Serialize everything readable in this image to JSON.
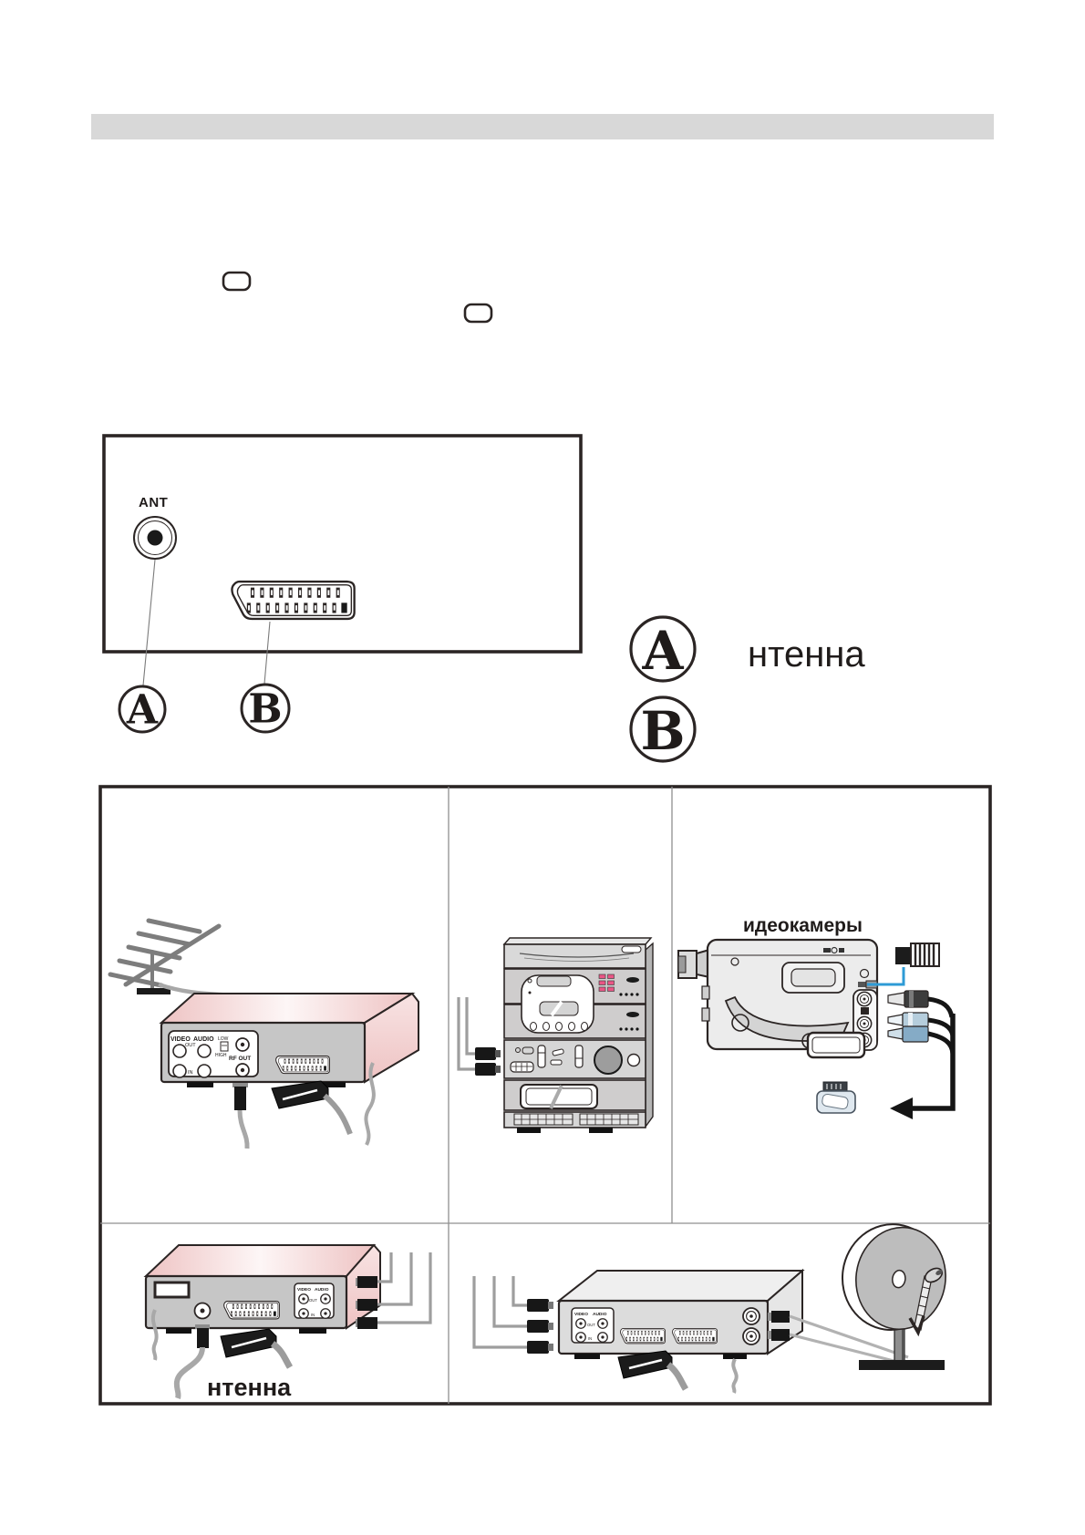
{
  "page": {
    "background": "#ffffff"
  },
  "header": {
    "bar_color": "#d8d8d8"
  },
  "tv_panel": {
    "ant_label": "ANT",
    "callout_a": "A",
    "callout_b": "B"
  },
  "legend": {
    "a_label": "A",
    "a_text": "нтенна",
    "b_label": "B"
  },
  "cells": {
    "vcr": {
      "video": "VIDEO",
      "audio": "AUDIO",
      "out": "OUT",
      "in": "IN",
      "low": "LOW",
      "high": "HIGH",
      "rf_out": "RF OUT"
    },
    "camcorder": {
      "title": "идеокамеры"
    },
    "decoder": {
      "video": "VIDEO",
      "audio": "AUDIO",
      "out": "OUT",
      "in": "IN",
      "antenna_label": "нтенна"
    },
    "satellite": {
      "video": "VIDEO",
      "audio": "AUDIO",
      "out": "OUT",
      "in": "IN"
    }
  },
  "colors": {
    "line": "#2b2524",
    "divider": "#8f8f8f",
    "header_bar": "#d8d8d8",
    "pink": "#eec3c3",
    "device_gray": "#c6c6c6",
    "cable_gray": "#a8a8a8",
    "accent_blue": "#2e9bd6",
    "button_pink": "#ea5585"
  }
}
